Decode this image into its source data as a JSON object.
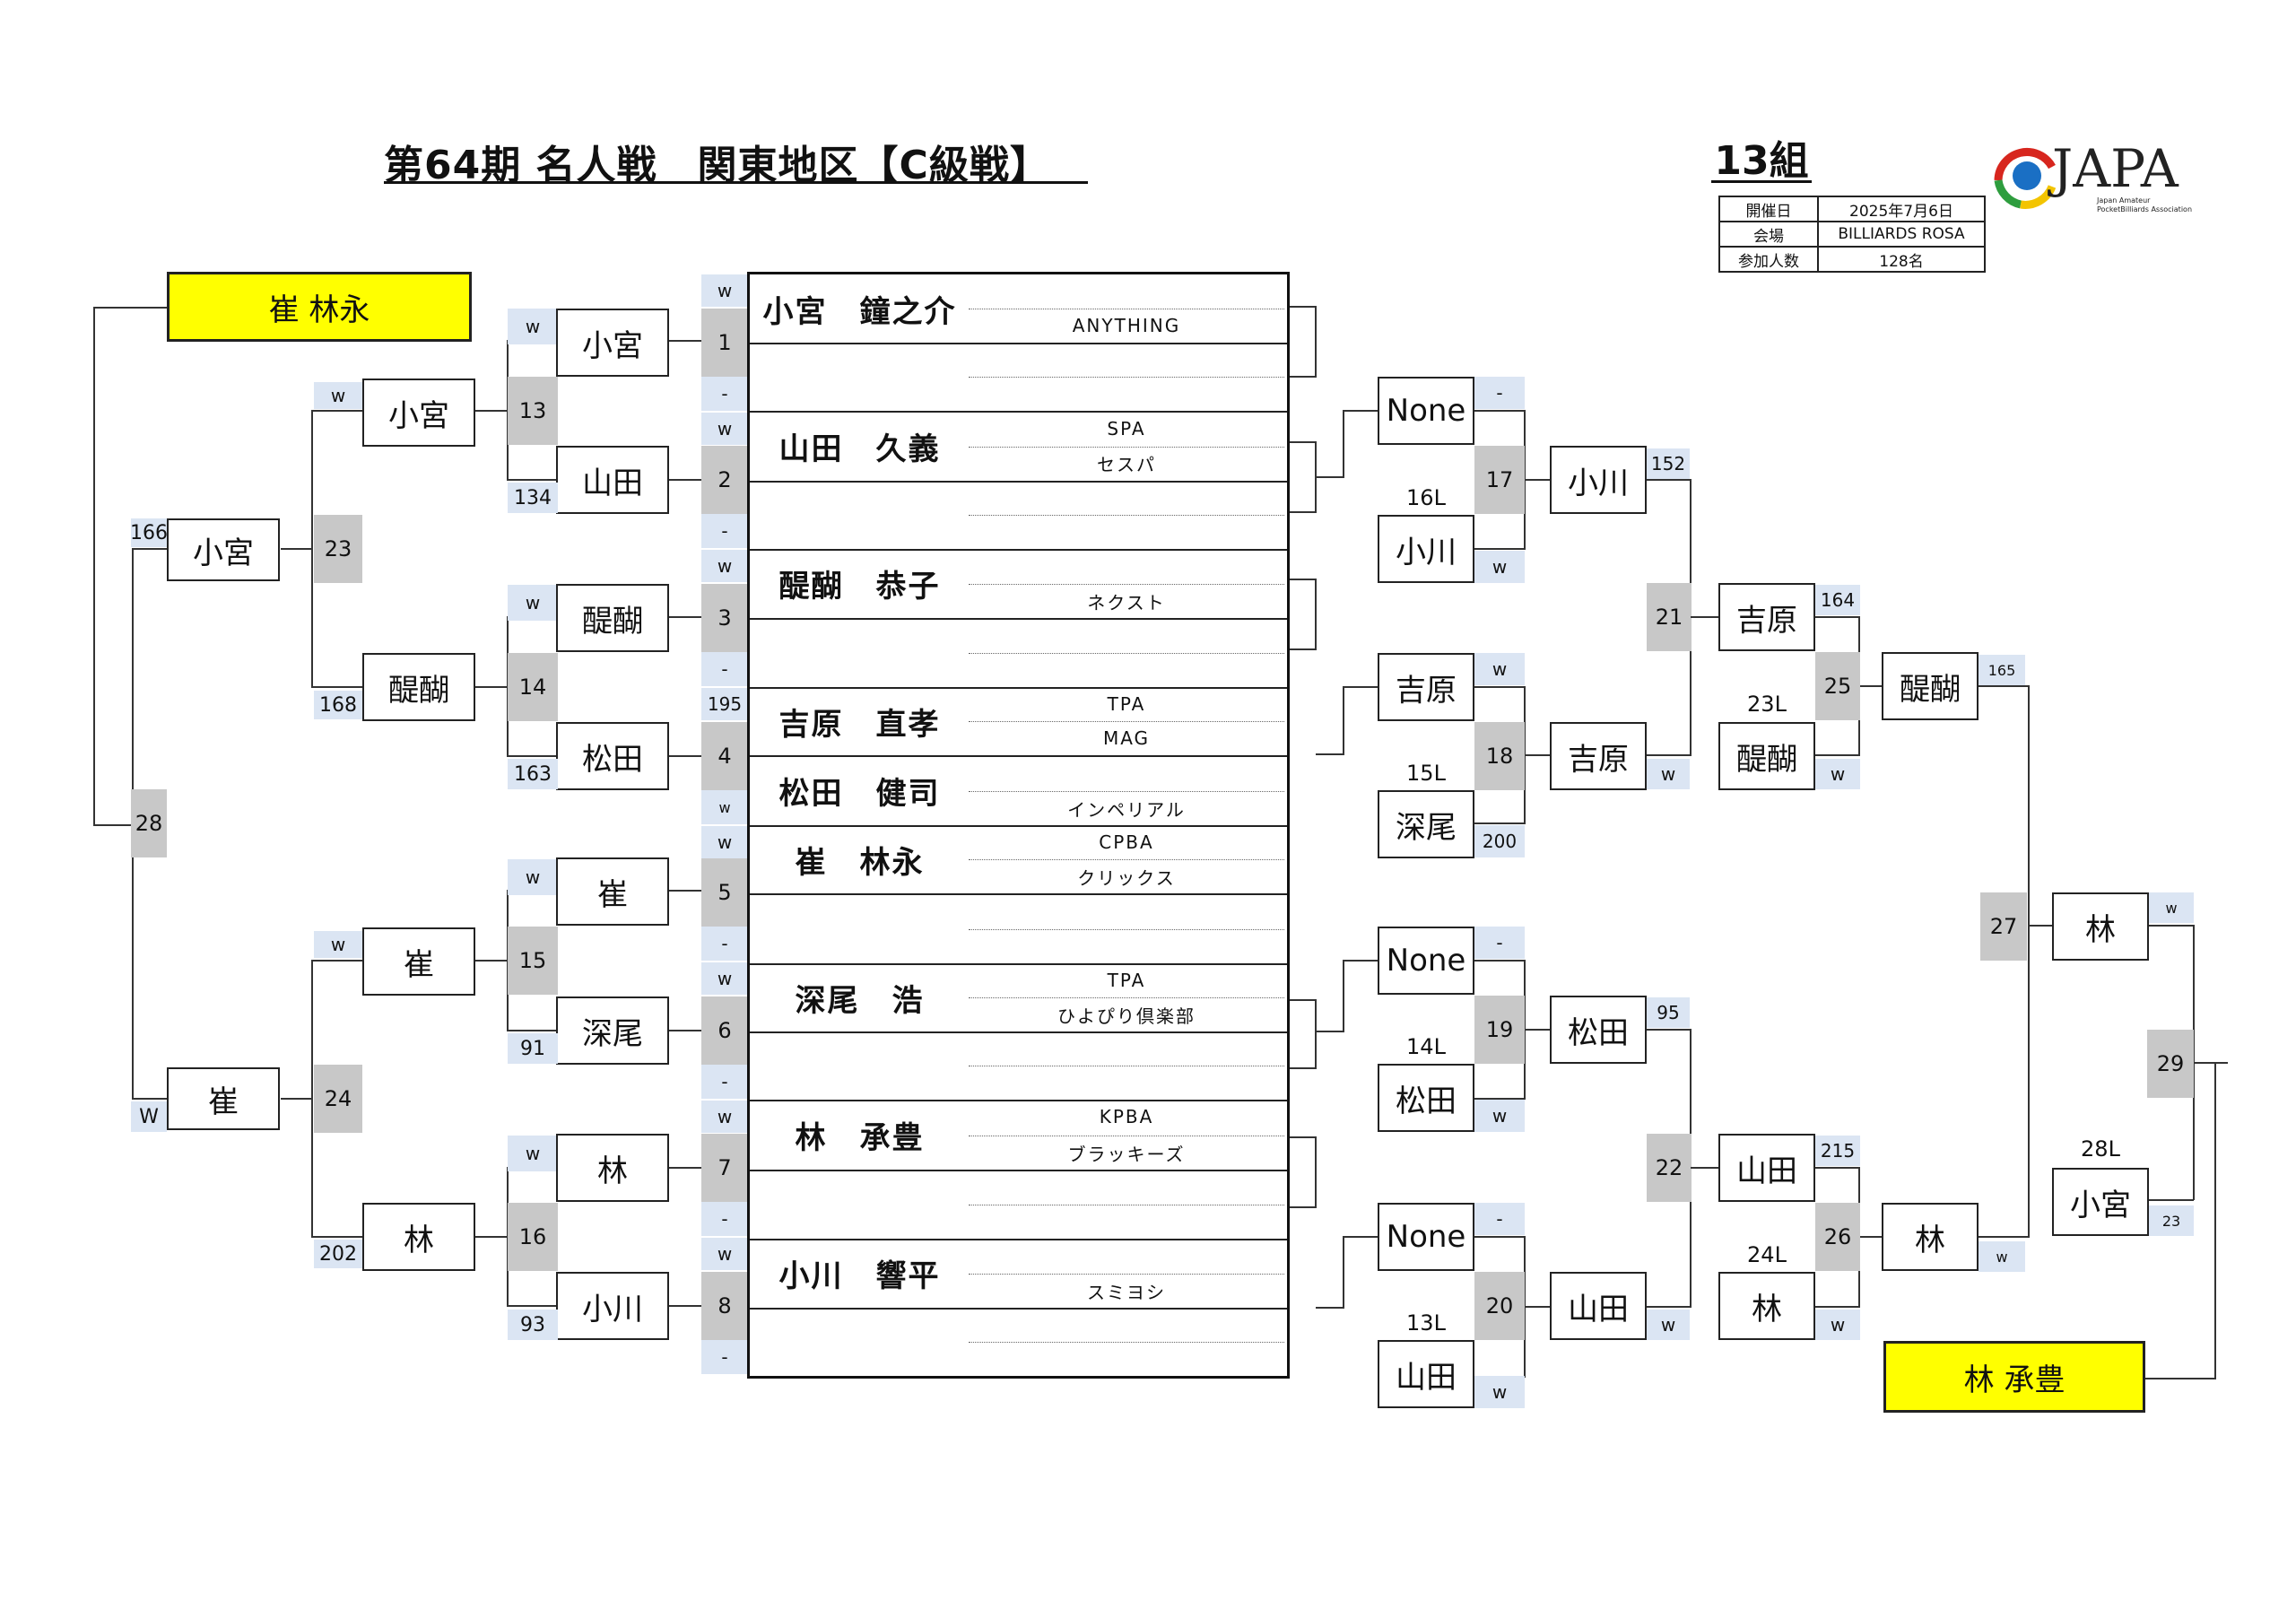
{
  "header": {
    "title": "第64期 名人戦　関東地区【C級戦】",
    "group": "13組",
    "info": [
      {
        "label": "開催日",
        "value": "2025年7月6日"
      },
      {
        "label": "会場",
        "value": "BILLIARDS ROSA"
      },
      {
        "label": "参加人数",
        "value": "128名"
      }
    ]
  },
  "logo": {
    "text": "JAPA",
    "sub1": "Japan Amateur",
    "sub2": "PocketBilliards Association",
    "colors": [
      "#d7261e",
      "#1a6fc4",
      "#f3c400",
      "#2e9d3e"
    ]
  },
  "colors": {
    "highlight": "#ffff00",
    "number_cell": "#c8c8c8",
    "score_cell": "#dbe5f3",
    "line": "#333333"
  },
  "entries": [
    {
      "name": "小宮　鐘之介",
      "clubs": [
        "",
        "ANYTHING"
      ]
    },
    {
      "name": "山田　久義",
      "clubs": [
        "SPA",
        "セスパ"
      ]
    },
    {
      "name": "醍醐　恭子",
      "clubs": [
        "",
        "ネクスト"
      ]
    },
    {
      "name": "吉原　直孝",
      "clubs": [
        "TPA",
        "MAG"
      ]
    },
    {
      "name": "松田　健司",
      "clubs": [
        "",
        "インペリアル"
      ]
    },
    {
      "name": "崔　林永",
      "clubs": [
        "CPBA",
        "クリックス"
      ]
    },
    {
      "name": "深尾　浩",
      "clubs": [
        "TPA",
        "ひよぴり倶楽部"
      ]
    },
    {
      "name": "林　承豊",
      "clubs": [
        "KPBA",
        "ブラッキーズ"
      ]
    },
    {
      "name": "小川　響平",
      "clubs": [
        "",
        "スミヨシ"
      ]
    }
  ],
  "seeds": [
    {
      "number": "1",
      "top": "w",
      "bottom": "-"
    },
    {
      "number": "2",
      "top": "w",
      "bottom": "-"
    },
    {
      "number": "3",
      "top": "w",
      "bottom": "-"
    },
    {
      "number": "4",
      "top": "195",
      "bottom": "w"
    },
    {
      "number": "5",
      "top": "w",
      "bottom": "-"
    },
    {
      "number": "6",
      "top": "w",
      "bottom": "-"
    },
    {
      "number": "7",
      "top": "w",
      "bottom": "-"
    },
    {
      "number": "8",
      "top": "w",
      "bottom": "-"
    }
  ],
  "left": {
    "r1": [
      {
        "match": "13",
        "top": {
          "name": "小宮",
          "score": "w"
        },
        "bottom": {
          "name": "山田",
          "score": "134"
        }
      },
      {
        "match": "14",
        "top": {
          "name": "醍醐",
          "score": "w"
        },
        "bottom": {
          "name": "松田",
          "score": "163"
        }
      },
      {
        "match": "15",
        "top": {
          "name": "崔",
          "score": "w"
        },
        "bottom": {
          "name": "深尾",
          "score": "91"
        }
      },
      {
        "match": "16",
        "top": {
          "name": "林",
          "score": "w"
        },
        "bottom": {
          "name": "小川",
          "score": "93"
        }
      }
    ],
    "r2": [
      {
        "match": "23",
        "top": {
          "name": "小宮",
          "score": "w"
        },
        "bottom": {
          "name": "醍醐",
          "score": "168"
        }
      },
      {
        "match": "24",
        "top": {
          "name": "崔",
          "score": "w"
        },
        "bottom": {
          "name": "林",
          "score": "202"
        }
      }
    ],
    "r3": {
      "match": "28",
      "top": {
        "name": "小宮",
        "score": "166"
      },
      "bottom": {
        "name": "崔",
        "score": "W"
      }
    },
    "winner": "崔 林永"
  },
  "right": {
    "r1": [
      {
        "match": "17",
        "top": {
          "name": "None",
          "score": "-"
        },
        "bottom": {
          "name": "小川",
          "score": "w",
          "tag": "16L"
        }
      },
      {
        "match": "18",
        "top": {
          "name": "吉原",
          "score": "w"
        },
        "bottom": {
          "name": "深尾",
          "score": "200",
          "tag": "15L"
        }
      },
      {
        "match": "19",
        "top": {
          "name": "None",
          "score": "-"
        },
        "bottom": {
          "name": "松田",
          "score": "w",
          "tag": "14L"
        }
      },
      {
        "match": "20",
        "top": {
          "name": "None",
          "score": "-"
        },
        "bottom": {
          "name": "山田",
          "score": "w",
          "tag": "13L"
        }
      }
    ],
    "r2": [
      {
        "match": "21",
        "top": {
          "name": "小川",
          "score": "152"
        },
        "bottom": {
          "name": "吉原",
          "score": "w"
        }
      },
      {
        "match": "22",
        "top": {
          "name": "松田",
          "score": "95"
        },
        "bottom": {
          "name": "山田",
          "score": "w"
        }
      }
    ],
    "r3": [
      {
        "match": "25",
        "top": {
          "name": "吉原",
          "score": "164"
        },
        "bottom": {
          "name": "醍醐",
          "score": "w",
          "tag": "23L"
        }
      },
      {
        "match": "26",
        "top": {
          "name": "山田",
          "score": "215"
        },
        "bottom": {
          "name": "林",
          "score": "w",
          "tag": "24L"
        }
      }
    ],
    "r4": [
      {
        "match": "27",
        "top": {
          "name": "醍醐",
          "score": "165"
        },
        "bottom": {
          "name": "林",
          "score": "w"
        }
      }
    ],
    "r5": {
      "match": "29",
      "top": {
        "name": "林",
        "score": "w"
      },
      "bottom": {
        "name": "小宮",
        "score": "23",
        "tag": "28L"
      }
    },
    "winner": "林 承豊"
  }
}
